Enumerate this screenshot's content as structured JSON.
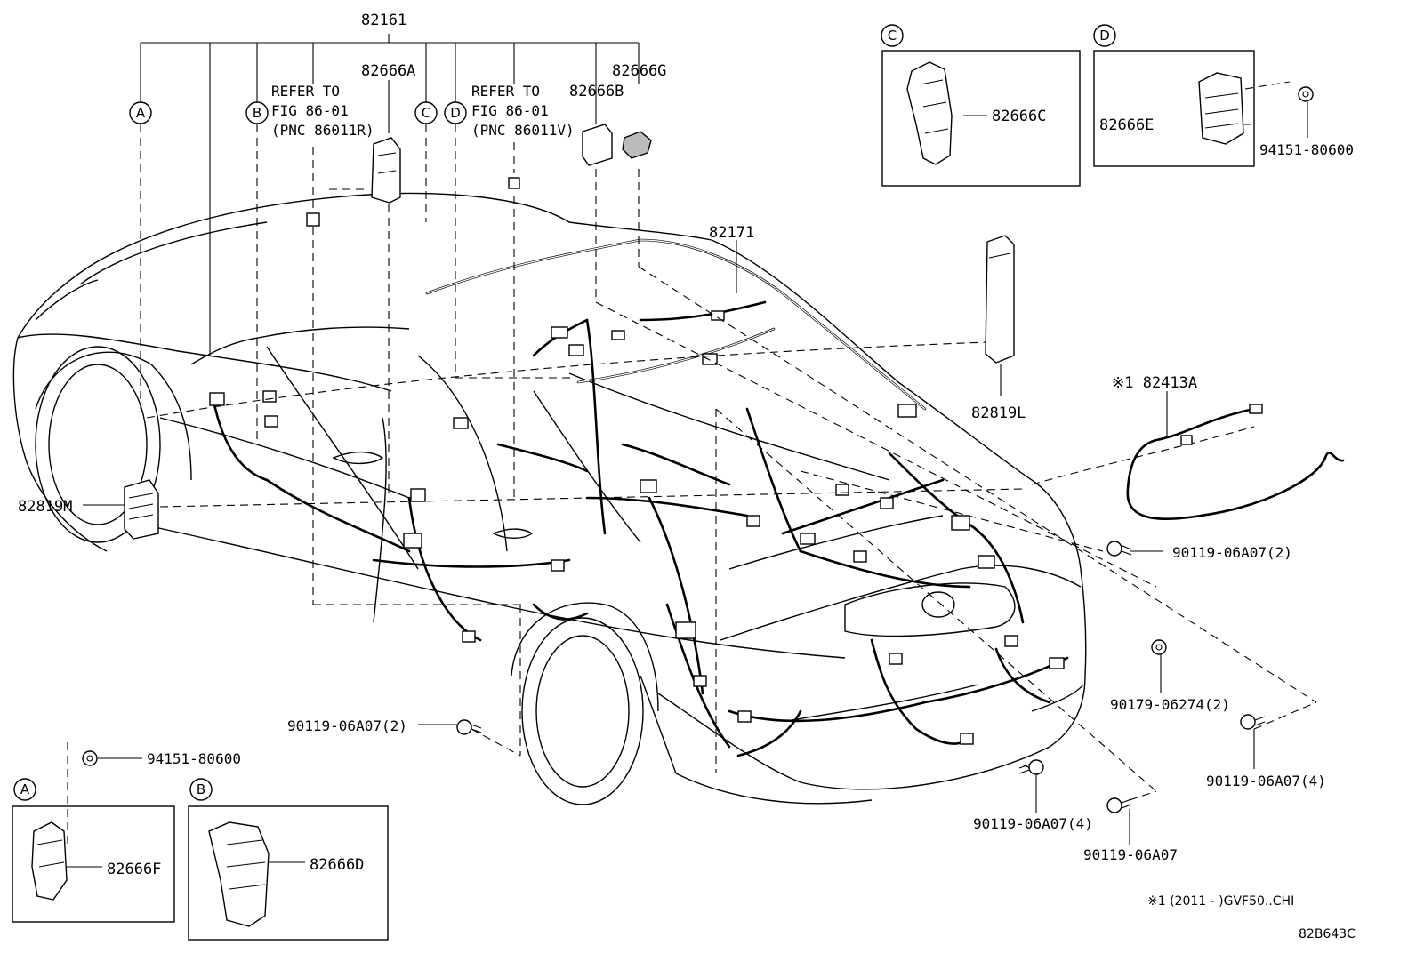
{
  "diagram": {
    "main_harness": "82161",
    "roof_harness": "82171",
    "labels": {
      "p82666A": "82666A",
      "p82666B": "82666B",
      "p82666G": "82666G",
      "p82666C": "82666C",
      "p82666E": "82666E",
      "p82666F": "82666F",
      "p82666D": "82666D",
      "p82819L": "82819L",
      "p82819M": "82819M",
      "p82413A": "※1 82413A",
      "p94151_top": "94151-80600",
      "p94151_bot": "94151-80600",
      "b_right_top": "90119-06A07(2)",
      "b_left": "90119-06A07(2)",
      "b_right_mid": "90179-06274(2)",
      "b_right_low": "90119-06A07(4)",
      "b_center_low": "90119-06A07(4)",
      "b_bottom": "90119-06A07"
    },
    "refer_left": [
      "REFER TO",
      "FIG 86-01",
      "(PNC 86011R)"
    ],
    "refer_right": [
      "REFER TO",
      "FIG 86-01",
      "(PNC 86011V)"
    ],
    "callouts": {
      "A": "A",
      "B": "B",
      "C": "C",
      "D": "D"
    },
    "footnote": "※1 (2011 -     )GVF50..CHI",
    "figure_id": "82B643C"
  }
}
